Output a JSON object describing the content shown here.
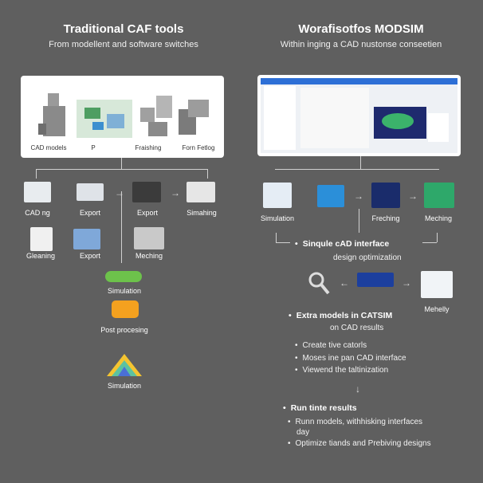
{
  "left": {
    "title": "Traditional CAF tools",
    "subtitle": "From modellent and software switches",
    "card_labels": [
      "CAD models",
      "P",
      "Fraishing",
      "Forn Fetlog"
    ],
    "row1": [
      "CAD ng",
      "Export",
      "Export",
      "Simahing"
    ],
    "row2": [
      "Gleaning",
      "Export",
      "Meching"
    ],
    "chain": [
      "Simulation",
      "Post procesing",
      "Simulation"
    ]
  },
  "right": {
    "title": "Worafisotfos MODSIM",
    "subtitle": "Within inging a CAD nustonse conseetien",
    "row1": [
      "Simulation",
      "Freching",
      "Meching"
    ],
    "single_cad": "Sinqule cAD interface",
    "design_opt": "design optimization",
    "mehelly": "Mehelly",
    "extra_title": "Extra models in CATSIM",
    "extra_sub": "on CAD results",
    "extra_bullets": [
      "Create tive catorls",
      "Moses ine pan CAD interface",
      "Viewend the taltinization"
    ],
    "run_title": "Run tinte results",
    "run_bullets": [
      "Runn models, withhisking interfaces",
      "day",
      "Optimize tiands and Prebiving designs"
    ]
  },
  "colors": {
    "background": "#5f5f5f",
    "card": "#ffffff",
    "accent_green": "#6dc24b",
    "accent_blue": "#2d6fd6"
  },
  "icons": [
    "cad-model-icon",
    "arrow-right-icon",
    "arrow-down-icon",
    "magnifier-icon",
    "mesh-icon",
    "peak-plot-icon",
    "orange-component-icon"
  ]
}
